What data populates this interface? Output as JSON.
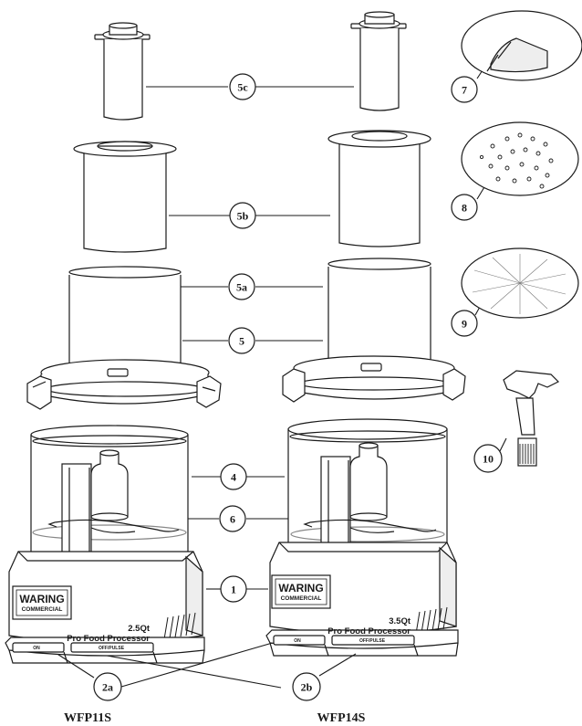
{
  "callouts": {
    "c5c": "5c",
    "c5b": "5b",
    "c5a": "5a",
    "c5": "5",
    "c4": "4",
    "c6": "6",
    "c1": "1",
    "c2a": "2a",
    "c2b": "2b",
    "c7": "7",
    "c8": "8",
    "c9": "9",
    "c10": "10"
  },
  "models": {
    "left": "WFP11S",
    "right": "WFP14S"
  },
  "left_unit": {
    "logo_main": "WARING",
    "logo_sub": "COMMERCIAL",
    "capacity": "2.5Qt",
    "product": "Pro Food Processor",
    "on_label": "ON",
    "off_label": "OFF/PULSE"
  },
  "right_unit": {
    "logo_main": "WARING",
    "logo_sub": "COMMERCIAL",
    "capacity": "3.5Qt",
    "product": "Pro Food Processor",
    "on_label": "ON",
    "off_label": "OFF/PULSE"
  },
  "colors": {
    "line": "#1a1a1a",
    "fill": "#ffffff",
    "light": "#eeeeee"
  }
}
